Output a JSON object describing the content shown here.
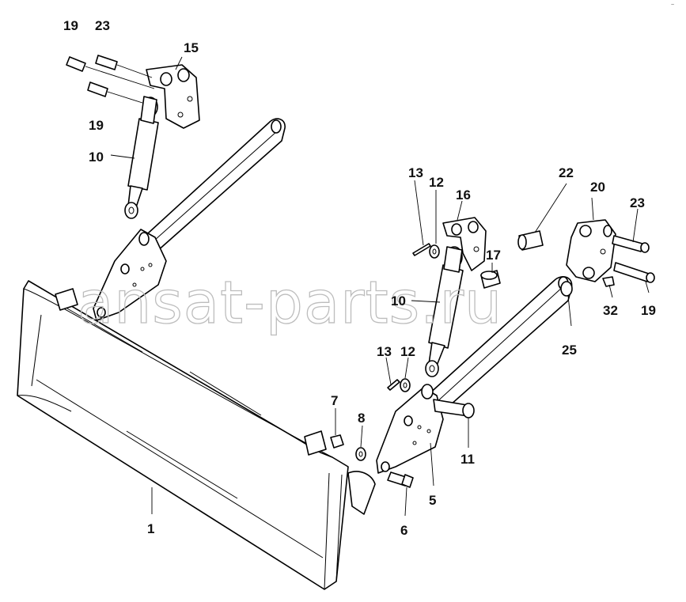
{
  "watermark": "ansat-parts.ru",
  "corner_mark": "~",
  "callouts": {
    "c1": "1",
    "c5": "5",
    "c6": "6",
    "c7": "7",
    "c8": "8",
    "c10a": "10",
    "c10b": "10",
    "c11": "11",
    "c12a": "12",
    "c12b": "12",
    "c13a": "13",
    "c13b": "13",
    "c15": "15",
    "c16": "16",
    "c17": "17",
    "c19a": "19",
    "c19b": "19",
    "c19c": "19",
    "c20": "20",
    "c22": "22",
    "c23a": "23",
    "c23b": "23",
    "c25": "25",
    "c32": "32"
  }
}
